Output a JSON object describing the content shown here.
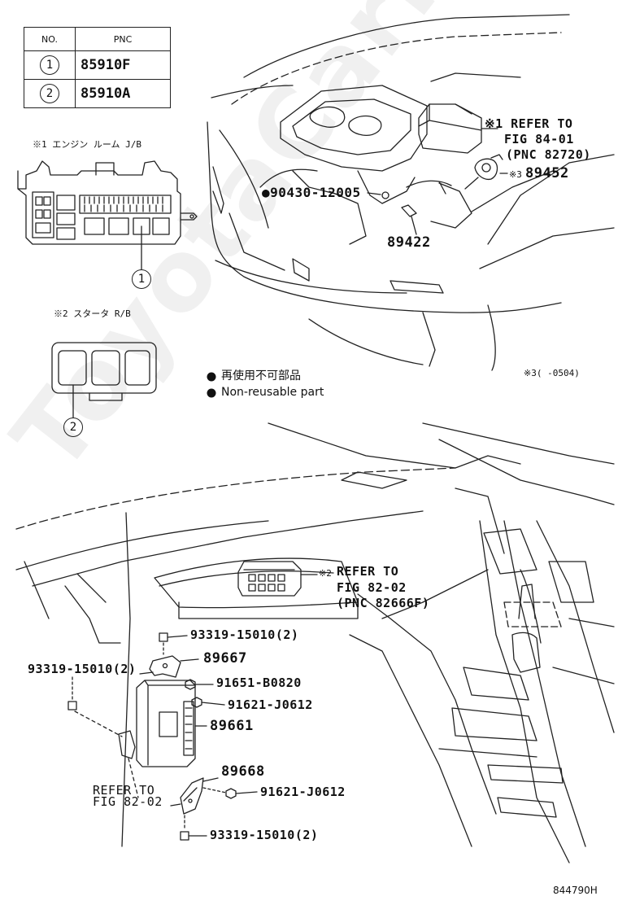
{
  "pnc_table": {
    "header_no": "NO.",
    "header_pnc": "PNC",
    "rows": [
      {
        "no": "1",
        "pnc": "85910F"
      },
      {
        "no": "2",
        "pnc": "85910A"
      }
    ]
  },
  "inset1": {
    "title": "※1 エンジン ルーム J/B",
    "callout": "1"
  },
  "inset2": {
    "title": "※2 スタータ R/B",
    "callout": "2"
  },
  "legend": {
    "jp": "再使用不可部品",
    "en": "Non-reusable part"
  },
  "engine_labels": {
    "ref1_line1": "※1 REFER TO",
    "ref1_line2": "FIG 84-01",
    "ref1_line3": "(PNC 82720)",
    "p89452_prefix": "※3",
    "p89452": "89452",
    "p90430": "●90430-12005",
    "p89422": "89422",
    "note3": "※3(    -0504)"
  },
  "dash_labels": {
    "ref2_prefix": "※2",
    "ref2_line1": "REFER TO",
    "ref2_line2": "FIG 82-02",
    "ref2_line3": "(PNC 82666F)",
    "bolt_top": "93319-15010(2)",
    "p89667": "89667",
    "bolt_left": "93319-15010(2)",
    "p91651": "91651-B0820",
    "p91621a": "91621-J0612",
    "p89661": "89661",
    "p89668": "89668",
    "refer_line1": "REFER TO",
    "refer_line2": "FIG 82-02",
    "p91621b": "91621-J0612",
    "bolt_bottom": "93319-15010(2)"
  },
  "figure_id": "844790H",
  "watermark": "ToyotaCarMart.ru"
}
